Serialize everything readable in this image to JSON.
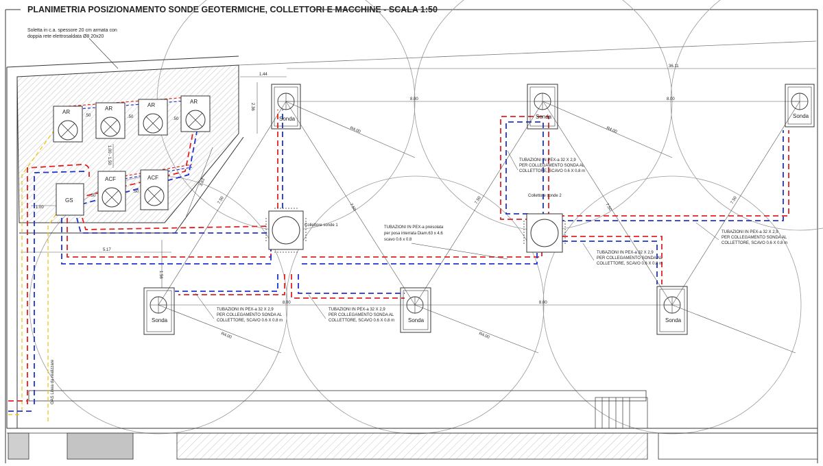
{
  "title": "PLANIMETRIA POSIZIONAMENTO SONDE GEOTERMICHE, COLLETTORI E MACCHINE - SCALA 1:50",
  "slab_note": {
    "line1": "Soletta in c.a. spessore 20 cm armata con",
    "line2": "doppia rete elettrosaldata Ø8 20x20"
  },
  "units": {
    "ar1": "AR",
    "ar2": "AR",
    "ar3": "AR",
    "ar4": "AR",
    "acf1": "ACF",
    "acf2": "ACF",
    "gs": "GS"
  },
  "probe_label": "Sonda",
  "collector1_label": "Collettore sonde 1",
  "collector2_label": "Collettore sonde 2",
  "pipe_note_preinsulated": {
    "line1": "TUBAZIONI IN PEX-a preisolata",
    "line2": "per posa interrata Diam.63 x 4,6",
    "line3": "scavo 0.6 x 0.8"
  },
  "pipe_note_probe": {
    "line1": "TUBAZIONI IN PEX-a 32 X 2,9",
    "line2": "PER COLLEGAMENTO SONDA AL",
    "line3": "COLLETTORE, SCAVO 0.6 X 0.8 m"
  },
  "gas_line": "GAS Linea da realizzare",
  "dims": {
    "d144": "1.44",
    "d3611": "36.11",
    "d800a": "8.00",
    "d800b": "8.00",
    "d800c": "8.00",
    "d800d": "8.00",
    "d236": "2.36",
    "dr400a": "R4.00",
    "dr400b": "R4.00",
    "dr400c": "R4.00",
    "dr400d": "R4.00",
    "d750a": "7.50",
    "d750b": "7.50",
    "d750c": "7.50",
    "d750d": "7.50",
    "d750e": "7.50",
    "d383": "3.83",
    "d517": "5.17",
    "d100": "1.00",
    "d156": "1.56",
    "d100150": "1.00 - 1.50",
    "d50a": ".50",
    "d50b": ".50",
    "d50c": ".50",
    "d50d": ".50",
    "d50e": ".50"
  },
  "colors": {
    "supply": "#e02020",
    "return": "#2030d0",
    "gas": "#f0c000",
    "hatch": "#999999",
    "line": "#333333",
    "circle": "#9a9a9a"
  }
}
